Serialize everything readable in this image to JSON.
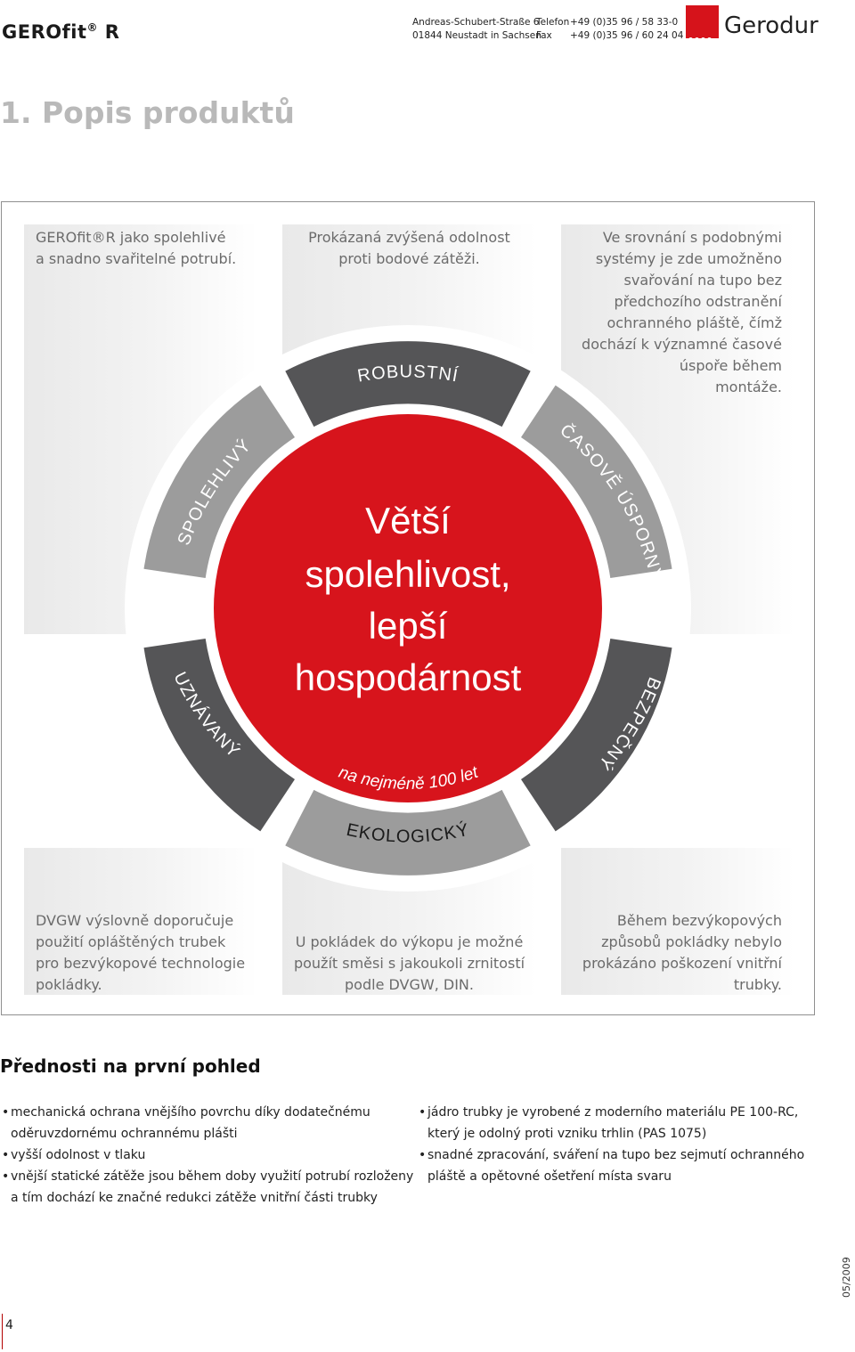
{
  "header": {
    "product_name": "GEROfit",
    "product_suffix": "R",
    "address_line1": "Andreas-Schubert-Straße 6",
    "address_line2": "01844 Neustadt in Sachsen",
    "phone_label": "Telefon",
    "phone_value": "+49 (0)35 96 / 58 33-0",
    "fax_label": "Fax",
    "fax_value": "+49 (0)35 96 / 60 24 04",
    "company_name": "Gerodur"
  },
  "section_title": "1. Popis produktů",
  "infographic": {
    "descriptions": {
      "top_left": [
        "GEROfit®R jako spolehlivé",
        "a snadno svařitelné potrubí."
      ],
      "top_center": [
        "Prokázaná zvýšená odolnost",
        "proti bodové zátěži."
      ],
      "top_right": [
        "Ve srovnání s podobnými",
        "systémy je zde umožněno",
        "svařování na tupo bez",
        "předchozího odstranění",
        "ochranného pláště, čímž",
        "dochází k významné časové",
        "úspoře během",
        "montáže."
      ],
      "bottom_left": [
        "DVGW výslovně doporučuje",
        "použití opláštěných trubek",
        "pro bezvýkopové technologie",
        "pokládky."
      ],
      "bottom_center": [
        "U pokládek do výkopu je možné",
        "použít směsi s jakoukoli zrnitostí",
        "podle DVGW, DIN."
      ],
      "bottom_right": [
        "Během bezvýkopových",
        "způsobů pokládky nebylo",
        "prokázáno poškození vnitřní",
        "trubky."
      ]
    },
    "segments": {
      "robust": "ROBUSTNÍ",
      "time_saving": "ČASOVĚ ÚSPORNÝ",
      "safe": "BEZPEČNÝ",
      "ecological": "EKOLOGICKÝ",
      "recognized": "UZNÁVANÝ",
      "reliable": "SPOLEHLIVÝ"
    },
    "center": {
      "line1": "Větší",
      "line2": "spolehlivost,",
      "line3": "lepší",
      "line4": "hospodárnost",
      "subline": "na nejméně 100 let"
    },
    "colors": {
      "center_red": "#d7141c",
      "segment_dark": "#555557",
      "segment_light": "#9c9c9c"
    }
  },
  "advantages": {
    "title": "Přednosti na první pohled",
    "left": [
      [
        "mechanická ochrana vnějšího povrchu díky dodatečnému",
        "oděruvzdornému ochrannému plášti"
      ],
      [
        "vyšší odolnost v tlaku"
      ],
      [
        "vnější statické zátěže jsou během doby využití potrubí rozloženy",
        "a tím dochází ke značné redukci zátěže vnitřní části trubky"
      ]
    ],
    "right": [
      [
        "jádro trubky je vyrobené z moderního materiálu PE 100-RC,",
        "který je odolný proti vzniku trhlin (PAS 1075)"
      ],
      [
        "snadné zpracování, sváření na tupo bez sejmutí ochranného",
        "pláště a opětovné ošetření místa svaru"
      ]
    ]
  },
  "footer": {
    "page_number": "4",
    "date": "05/2009"
  }
}
